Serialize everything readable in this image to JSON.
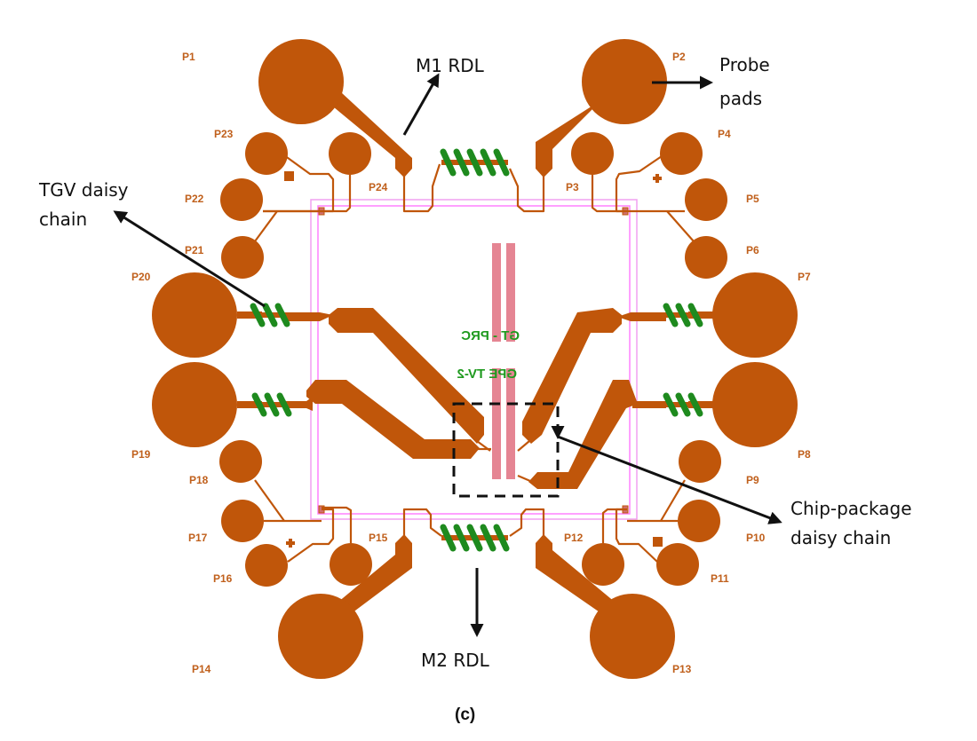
{
  "figure": {
    "caption": "(c)",
    "colors": {
      "copper": "#c0560a",
      "coil": "#1e8a1e",
      "package_outline": "#f0a0f0",
      "package_outline_inner": "#ff80ff",
      "chip_bar": "#e07080",
      "callout": "#111111",
      "pad_label": "#c0601c",
      "chip_text": "#1f9a1f"
    }
  },
  "callouts": {
    "m1_rdl": "M1 RDL",
    "probe_pads": [
      "Probe",
      "pads"
    ],
    "tgv_daisy_chain": [
      "TGV daisy",
      "chain"
    ],
    "chip_package_daisy_chain": [
      "Chip-package",
      "daisy chain"
    ],
    "m2_rdl": "M2 RDL"
  },
  "chip_labels": {
    "top": "GT - PRC",
    "bottom": "GPE TV-2",
    "mirrored": true
  },
  "pads": [
    {
      "id": "P1",
      "size": "large"
    },
    {
      "id": "P2",
      "size": "large"
    },
    {
      "id": "P3",
      "size": "small"
    },
    {
      "id": "P4",
      "size": "small"
    },
    {
      "id": "P5",
      "size": "small"
    },
    {
      "id": "P6",
      "size": "small"
    },
    {
      "id": "P7",
      "size": "large"
    },
    {
      "id": "P8",
      "size": "large"
    },
    {
      "id": "P9",
      "size": "small"
    },
    {
      "id": "P10",
      "size": "small"
    },
    {
      "id": "P11",
      "size": "small"
    },
    {
      "id": "P12",
      "size": "small"
    },
    {
      "id": "P13",
      "size": "large"
    },
    {
      "id": "P14",
      "size": "large"
    },
    {
      "id": "P15",
      "size": "small"
    },
    {
      "id": "P16",
      "size": "small"
    },
    {
      "id": "P17",
      "size": "small"
    },
    {
      "id": "P18",
      "size": "small"
    },
    {
      "id": "P19",
      "size": "large"
    },
    {
      "id": "P20",
      "size": "large"
    },
    {
      "id": "P21",
      "size": "small"
    },
    {
      "id": "P22",
      "size": "small"
    },
    {
      "id": "P23",
      "size": "small"
    },
    {
      "id": "P24",
      "size": "small"
    }
  ],
  "markers": {
    "alignment_plus": "+",
    "alignment_square": "■"
  }
}
